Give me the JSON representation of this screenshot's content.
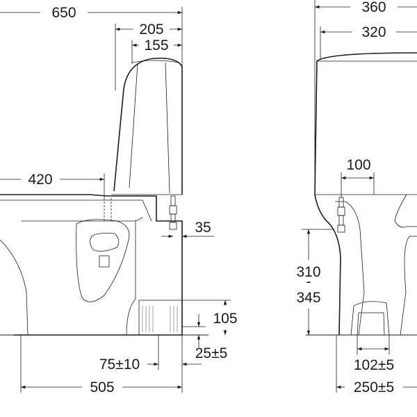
{
  "dimensions": {
    "side": {
      "overall_length": "650",
      "tank_depth_top": "205",
      "tank_depth_inner": "155",
      "seat_length": "420",
      "inlet_offset": "35",
      "outlet_height": "105",
      "outlet_to_base": "25±5",
      "outlet_from_wall": "75±10",
      "base_length": "505"
    },
    "front": {
      "overall_width": "360",
      "tank_width": "320",
      "inlet_spacing": "100",
      "seat_height_min": "310",
      "seat_height_sep": "-",
      "seat_height_max": "345",
      "outlet_width": "102±5",
      "base_width": "250±5"
    }
  }
}
